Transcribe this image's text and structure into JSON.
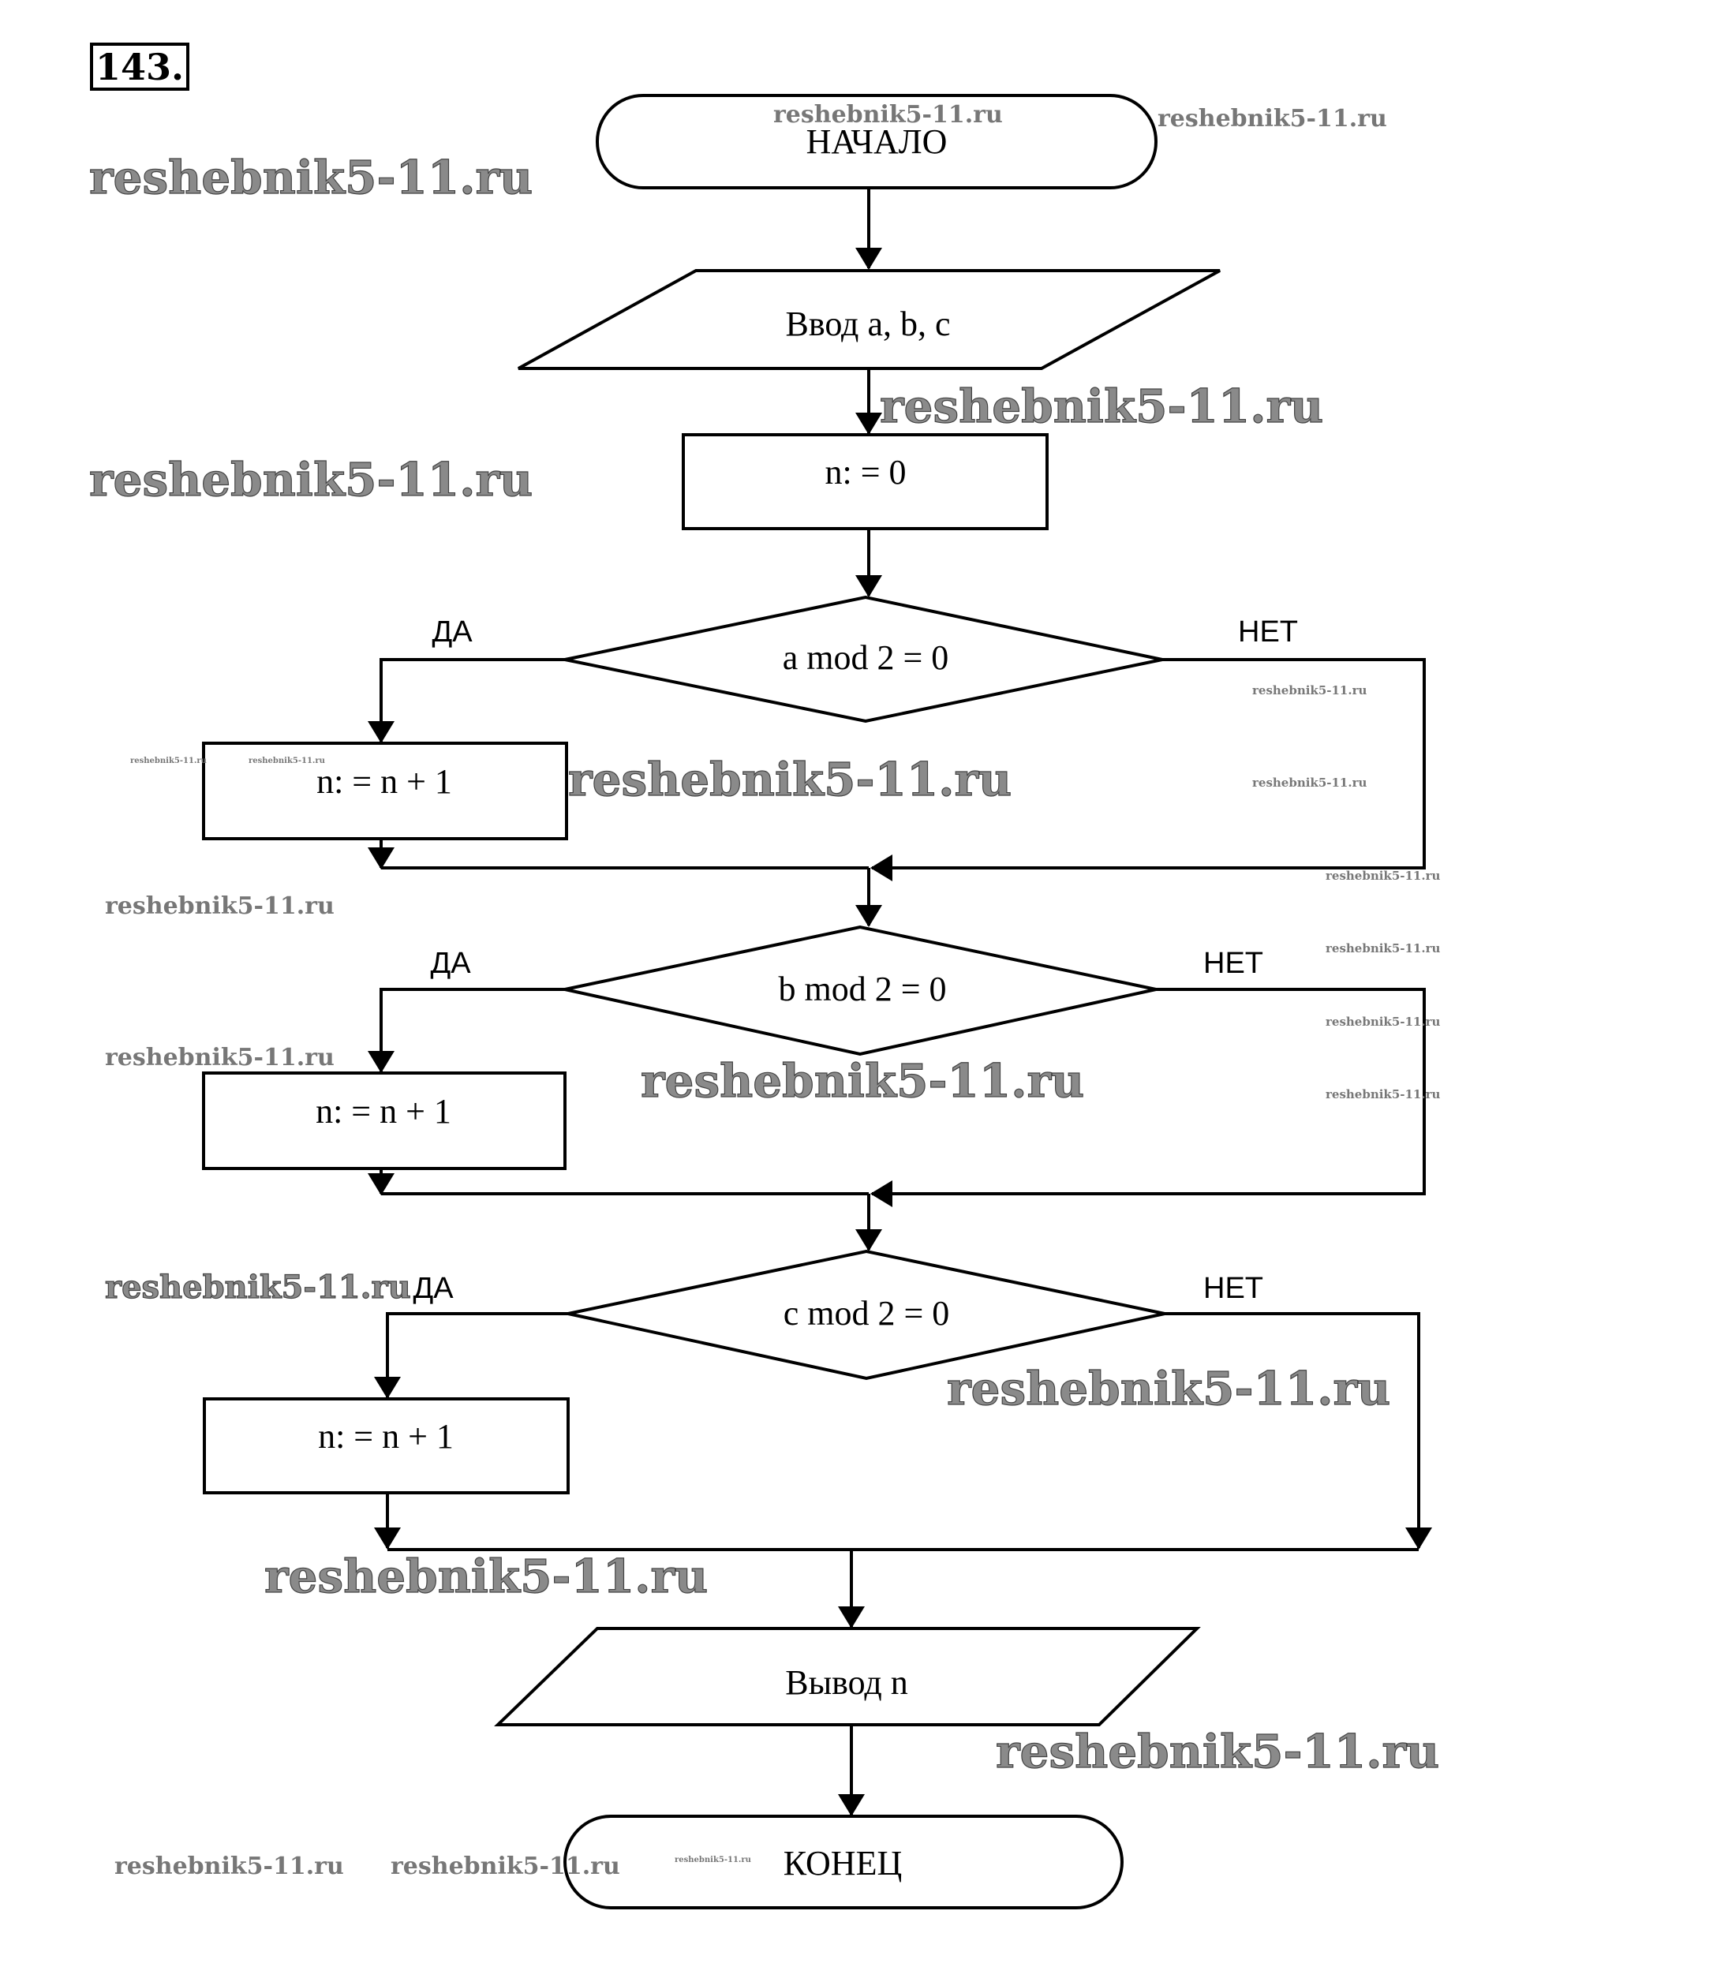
{
  "problem_number": "143.",
  "flowchart": {
    "start": "НАЧАЛО",
    "input": "Ввод a, b, c",
    "init": "n: = 0",
    "conditions": [
      {
        "text": "a mod 2 = 0",
        "yes": "ДА",
        "no": "НЕТ",
        "action": "n: = n + 1"
      },
      {
        "text": "b mod 2 = 0",
        "yes": "ДА",
        "no": "НЕТ",
        "action": "n: = n + 1"
      },
      {
        "text": "c mod 2 = 0",
        "yes": "ДА",
        "no": "НЕТ",
        "action": "n: = n + 1"
      }
    ],
    "output": "Вывод n",
    "end": "КОНЕЦ"
  },
  "watermark": "reshebnik5-11.ru"
}
